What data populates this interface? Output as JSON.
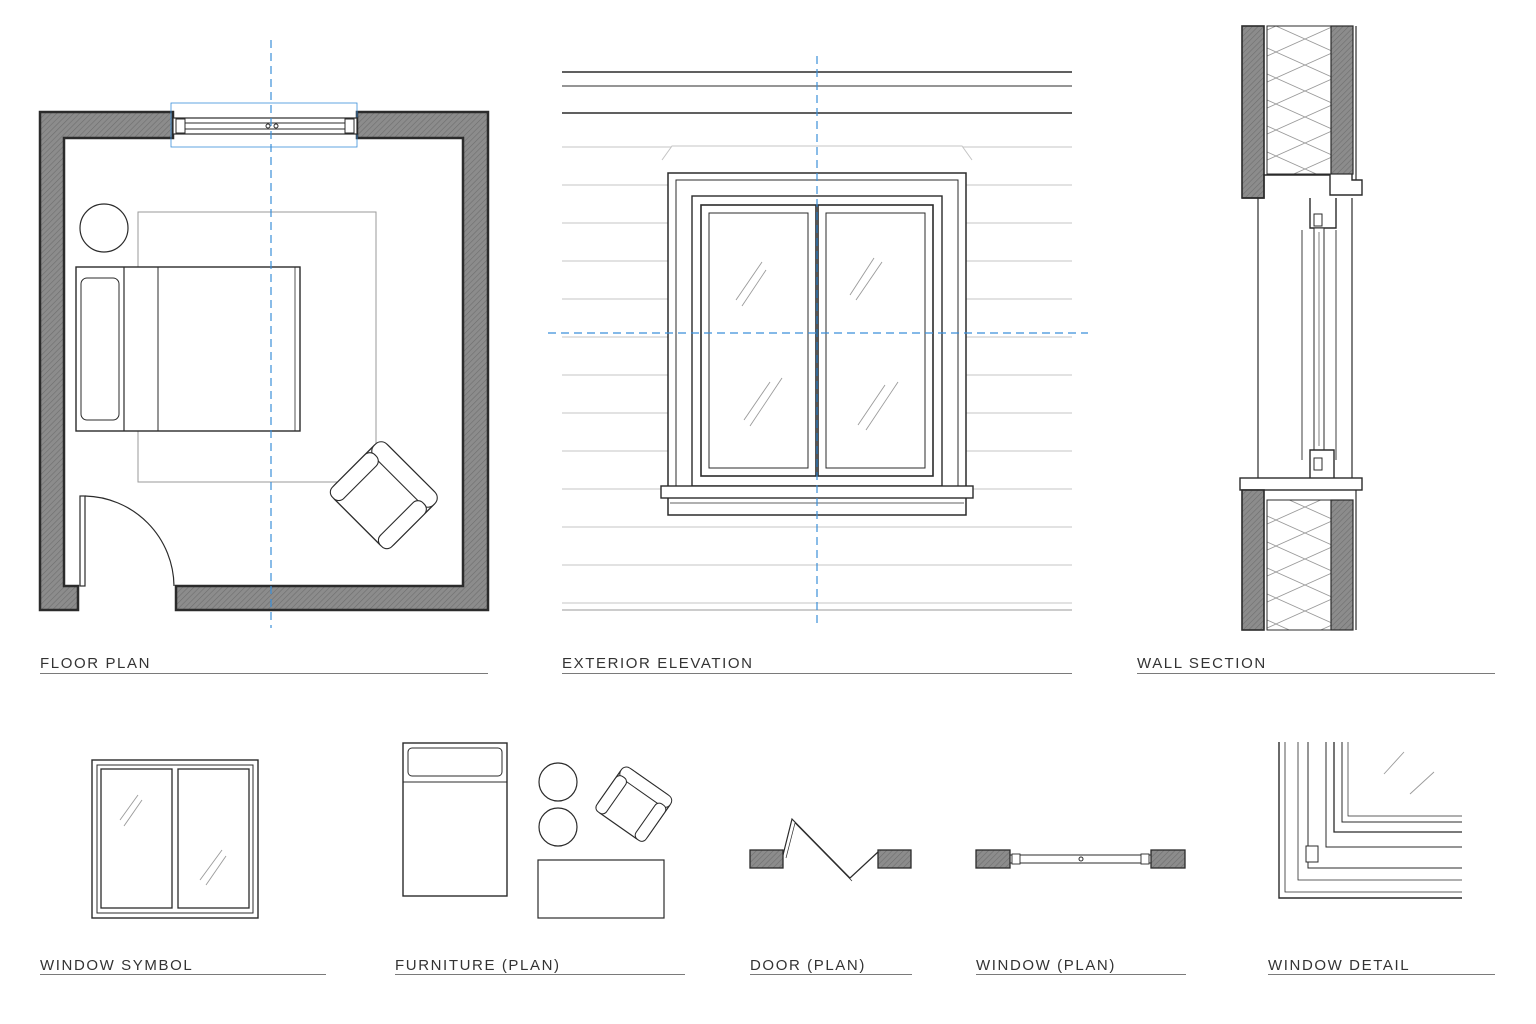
{
  "colors": {
    "line": "#2b2b2b",
    "wall_fill": "#8c8c8c",
    "centerline": "#3b8fd9",
    "siding": "#c8c8c8",
    "background": "#ffffff"
  },
  "panels": {
    "floor_plan": {
      "label": "FLOOR PLAN"
    },
    "exterior_elevation": {
      "label": "EXTERIOR ELEVATION"
    },
    "wall_section": {
      "label": "WALL SECTION"
    },
    "window_symbol": {
      "label": "WINDOW SYMBOL"
    },
    "furniture_plan": {
      "label": "FURNITURE (PLAN)"
    },
    "door_plan": {
      "label": "DOOR (PLAN)"
    },
    "window_plan": {
      "label": "WINDOW (PLAN)"
    },
    "window_detail": {
      "label": "WINDOW DETAIL"
    }
  }
}
